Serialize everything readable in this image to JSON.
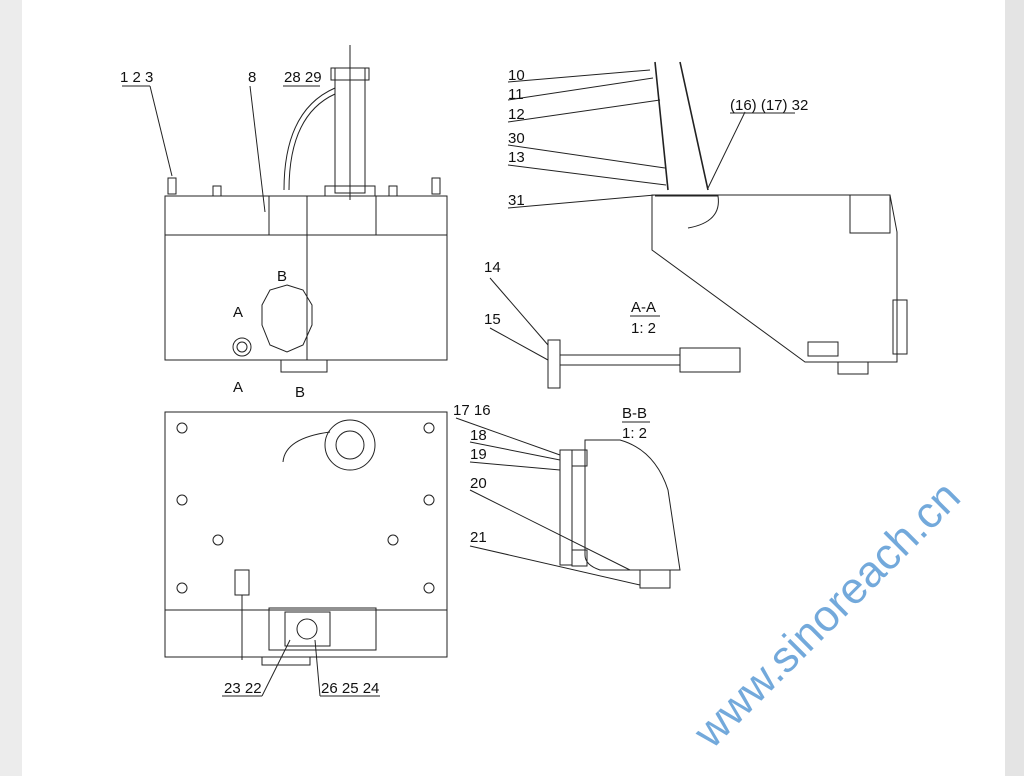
{
  "labels": {
    "front": [
      "1 2 3",
      "8",
      "28 29",
      "B",
      "A",
      "A",
      "B"
    ],
    "section_aa": {
      "title": "A-A",
      "scale": "1: 2",
      "callouts": [
        "14",
        "15"
      ]
    },
    "side": [
      "10",
      "11",
      "12",
      "30",
      "13",
      "31",
      "(16) (17) 32"
    ],
    "section_bb": {
      "title": "B-B",
      "scale": "1: 2",
      "callouts": [
        "17 16",
        "18",
        "19",
        "20",
        "21"
      ]
    },
    "bottom": [
      "23 22",
      "26 25 24"
    ]
  },
  "watermark": "www.sinoreach.cn"
}
